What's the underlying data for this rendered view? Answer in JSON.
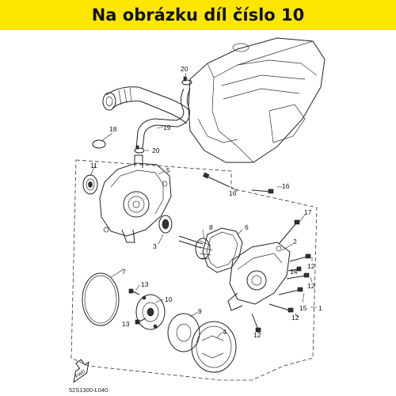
{
  "banner": {
    "text": "Na obrázku díl číslo 10",
    "background": "#ffe600"
  },
  "diagram": {
    "labels": {
      "l1": "1",
      "l2": "2",
      "l3": "3",
      "l4": "4",
      "l5": "5",
      "l6": "6",
      "l7": "7",
      "l8": "8",
      "l9": "9",
      "l10": "10",
      "l11": "11",
      "l12a": "12",
      "l12b": "12",
      "l12c": "12",
      "l13a": "13",
      "l13b": "13",
      "l14": "14",
      "l15": "15",
      "l16a": "16",
      "l16b": "16",
      "l17": "17",
      "l18": "18",
      "l19": "19",
      "l20a": "20",
      "l20b": "20"
    },
    "fwd_label": "FWD",
    "code": "52S1300-L040"
  }
}
